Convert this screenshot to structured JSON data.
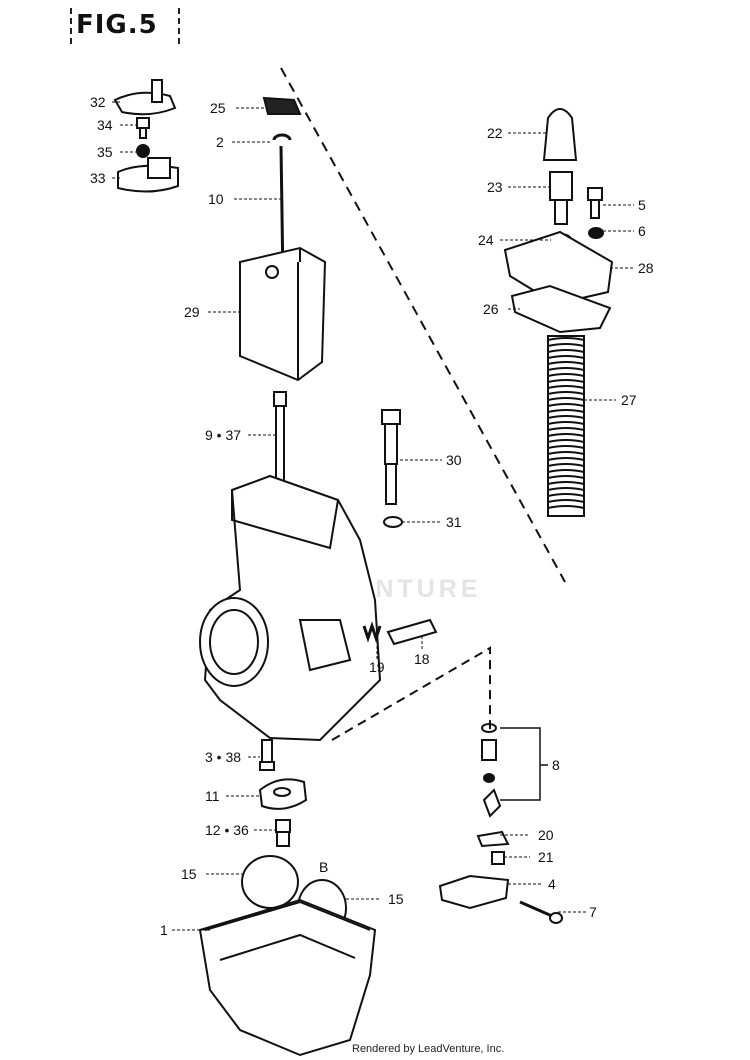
{
  "figure_title": "FIG.5",
  "watermark": "LEADVENTURE",
  "footer": "Rendered by LeadVenture, Inc.",
  "callouts": {
    "c32": "32",
    "c34": "34",
    "c35": "35",
    "c33": "33",
    "c25": "25",
    "c2": "2",
    "c10": "10",
    "c29": "29",
    "c22": "22",
    "c23": "23",
    "c5": "5",
    "c24": "24",
    "c6": "6",
    "c28": "28",
    "c26": "26",
    "c27": "27",
    "c9_37": "9 • 37",
    "c30": "30",
    "c31": "31",
    "c19": "19",
    "c18": "18",
    "c8": "8",
    "c20": "20",
    "c21": "21",
    "c4": "4",
    "c7": "7",
    "c3_38": "3 • 38",
    "c11": "11",
    "c12_36": "12 • 36",
    "c15a": "15",
    "c15b": "15",
    "c1": "1",
    "cB": "B"
  }
}
